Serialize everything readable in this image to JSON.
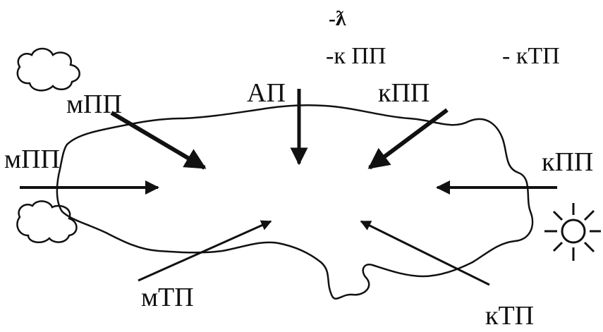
{
  "legend": {
    "row1_mark": "-ƛ",
    "row2": "-к ПП",
    "row2_right": "- кТП"
  },
  "labels": {
    "top_left": "мПП",
    "top_center": "АП",
    "top_right": "кПП",
    "mid_left": "мПП",
    "mid_right": "кПП",
    "bottom_left": "мТП",
    "bottom_right": "кТП"
  },
  "colors": {
    "ink": "#111111",
    "background": "#ffffff"
  }
}
